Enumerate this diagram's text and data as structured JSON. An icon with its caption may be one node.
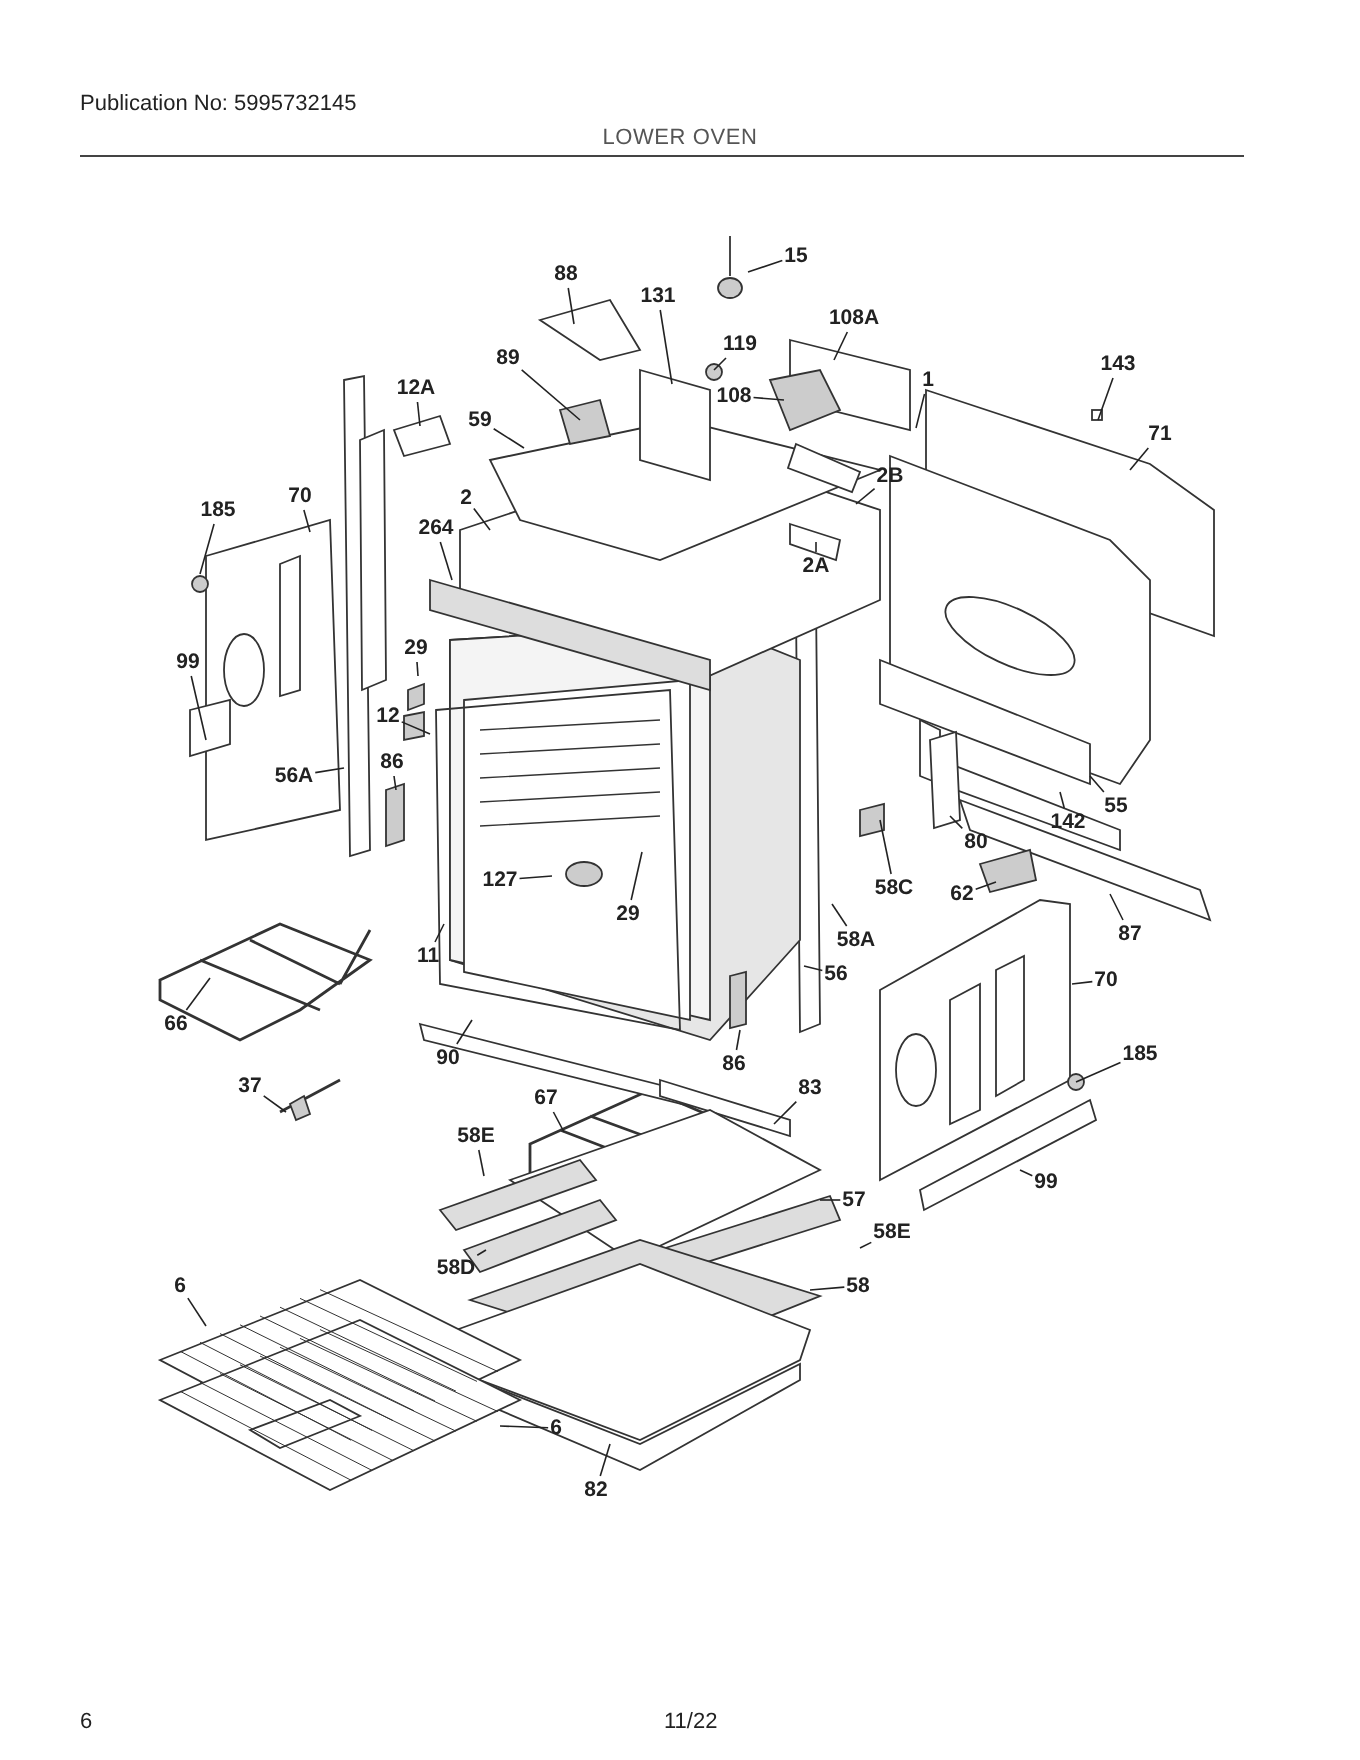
{
  "diagram": {
    "title": "LOWER OVEN",
    "nodes": [
      {
        "text": [
          "15"
        ]
      },
      {
        "text": [
          "88"
        ]
      },
      {
        "text": [
          "131"
        ]
      },
      {
        "text": [
          "119"
        ]
      },
      {
        "text": [
          "108A"
        ]
      },
      {
        "text": [
          "89"
        ]
      },
      {
        "text": [
          "108"
        ]
      },
      {
        "text": [
          "1"
        ]
      },
      {
        "text": [
          "143"
        ]
      },
      {
        "text": [
          "12A"
        ]
      },
      {
        "text": [
          "59"
        ]
      },
      {
        "text": [
          "71"
        ]
      },
      {
        "text": [
          "2B"
        ]
      },
      {
        "text": [
          "2"
        ]
      },
      {
        "text": [
          "185"
        ]
      },
      {
        "text": [
          "70"
        ]
      },
      {
        "text": [
          "264"
        ]
      },
      {
        "text": [
          "2A"
        ]
      },
      {
        "text": [
          "29"
        ]
      },
      {
        "text": [
          "99"
        ]
      },
      {
        "text": [
          "12"
        ]
      },
      {
        "text": [
          "55"
        ]
      },
      {
        "text": [
          "142"
        ]
      },
      {
        "text": [
          "86"
        ]
      },
      {
        "text": [
          "56A"
        ]
      },
      {
        "text": [
          "80"
        ]
      },
      {
        "text": [
          "127"
        ]
      },
      {
        "text": [
          "29"
        ]
      },
      {
        "text": [
          "58C"
        ]
      },
      {
        "text": [
          "62"
        ]
      },
      {
        "text": [
          "87"
        ]
      },
      {
        "text": [
          "11"
        ]
      },
      {
        "text": [
          "58A"
        ]
      },
      {
        "text": [
          "56"
        ]
      },
      {
        "text": [
          "70"
        ]
      },
      {
        "text": [
          "66"
        ]
      },
      {
        "text": [
          "90"
        ]
      },
      {
        "text": [
          "86"
        ]
      },
      {
        "text": [
          "185"
        ]
      },
      {
        "text": [
          "37"
        ]
      },
      {
        "text": [
          "83"
        ]
      },
      {
        "text": [
          "67"
        ]
      },
      {
        "text": [
          "58E"
        ]
      },
      {
        "text": [
          "99"
        ]
      },
      {
        "text": [
          "57"
        ]
      },
      {
        "text": [
          "58E"
        ]
      },
      {
        "text": [
          "58D"
        ]
      },
      {
        "text": [
          "58"
        ]
      },
      {
        "text": [
          "6"
        ]
      },
      {
        "text": [
          "6"
        ]
      },
      {
        "text": [
          "82"
        ]
      }
    ],
    "edges": [
      {
        "from": 0,
        "to": null,
        "arrow": "none"
      },
      {
        "from": 1,
        "to": null,
        "arrow": "none"
      },
      {
        "from": 2,
        "to": null,
        "arrow": "none"
      },
      {
        "from": 3,
        "to": null,
        "arrow": "none"
      },
      {
        "from": 4,
        "to": null,
        "arrow": "none"
      },
      {
        "from": 5,
        "to": null,
        "arrow": "none"
      },
      {
        "from": 6,
        "to": null,
        "arrow": "none"
      },
      {
        "from": 7,
        "to": null,
        "arrow": "none"
      },
      {
        "from": 8,
        "to": null,
        "arrow": "none"
      },
      {
        "from": 9,
        "to": null,
        "arrow": "none"
      },
      {
        "from": 10,
        "to": null,
        "arrow": "none"
      },
      {
        "from": 11,
        "to": null,
        "arrow": "none"
      },
      {
        "from": 12,
        "to": null,
        "arrow": "none"
      },
      {
        "from": 13,
        "to": null,
        "arrow": "none"
      },
      {
        "from": 14,
        "to": null,
        "arrow": "none"
      },
      {
        "from": 15,
        "to": null,
        "arrow": "none"
      },
      {
        "from": 16,
        "to": null,
        "arrow": "none"
      },
      {
        "from": 17,
        "to": null,
        "arrow": "none"
      },
      {
        "from": 18,
        "to": null,
        "arrow": "none"
      },
      {
        "from": 19,
        "to": null,
        "arrow": "none"
      },
      {
        "from": 20,
        "to": null,
        "arrow": "none"
      },
      {
        "from": 21,
        "to": null,
        "arrow": "none"
      },
      {
        "from": 22,
        "to": null,
        "arrow": "none"
      },
      {
        "from": 23,
        "to": null,
        "arrow": "none"
      },
      {
        "from": 24,
        "to": null,
        "arrow": "none"
      },
      {
        "from": 25,
        "to": null,
        "arrow": "none"
      },
      {
        "from": 26,
        "to": null,
        "arrow": "none"
      },
      {
        "from": 27,
        "to": null,
        "arrow": "none"
      },
      {
        "from": 28,
        "to": null,
        "arrow": "none"
      },
      {
        "from": 29,
        "to": null,
        "arrow": "none"
      },
      {
        "from": 30,
        "to": null,
        "arrow": "none"
      },
      {
        "from": 31,
        "to": null,
        "arrow": "none"
      },
      {
        "from": 32,
        "to": null,
        "arrow": "none"
      },
      {
        "from": 33,
        "to": null,
        "arrow": "none"
      },
      {
        "from": 34,
        "to": null,
        "arrow": "none"
      },
      {
        "from": 35,
        "to": null,
        "arrow": "none"
      },
      {
        "from": 36,
        "to": null,
        "arrow": "none"
      },
      {
        "from": 37,
        "to": null,
        "arrow": "none"
      },
      {
        "from": 38,
        "to": null,
        "arrow": "none"
      },
      {
        "from": 39,
        "to": null,
        "arrow": "none"
      },
      {
        "from": 40,
        "to": null,
        "arrow": "none"
      },
      {
        "from": 41,
        "to": null,
        "arrow": "none"
      },
      {
        "from": 42,
        "to": null,
        "arrow": "none"
      },
      {
        "from": 43,
        "to": null,
        "arrow": "none"
      },
      {
        "from": 44,
        "to": null,
        "arrow": "none"
      },
      {
        "from": 45,
        "to": null,
        "arrow": "none"
      },
      {
        "from": 46,
        "to": null,
        "arrow": "none"
      },
      {
        "from": 47,
        "to": null,
        "arrow": "none"
      },
      {
        "from": 48,
        "to": null,
        "arrow": "none"
      },
      {
        "from": 49,
        "to": null,
        "arrow": "none"
      },
      {
        "from": 50,
        "to": null,
        "arrow": "none"
      }
    ],
    "labels": [
      "Publication No: 5995732145",
      "11/22",
      "6"
    ]
  }
}
